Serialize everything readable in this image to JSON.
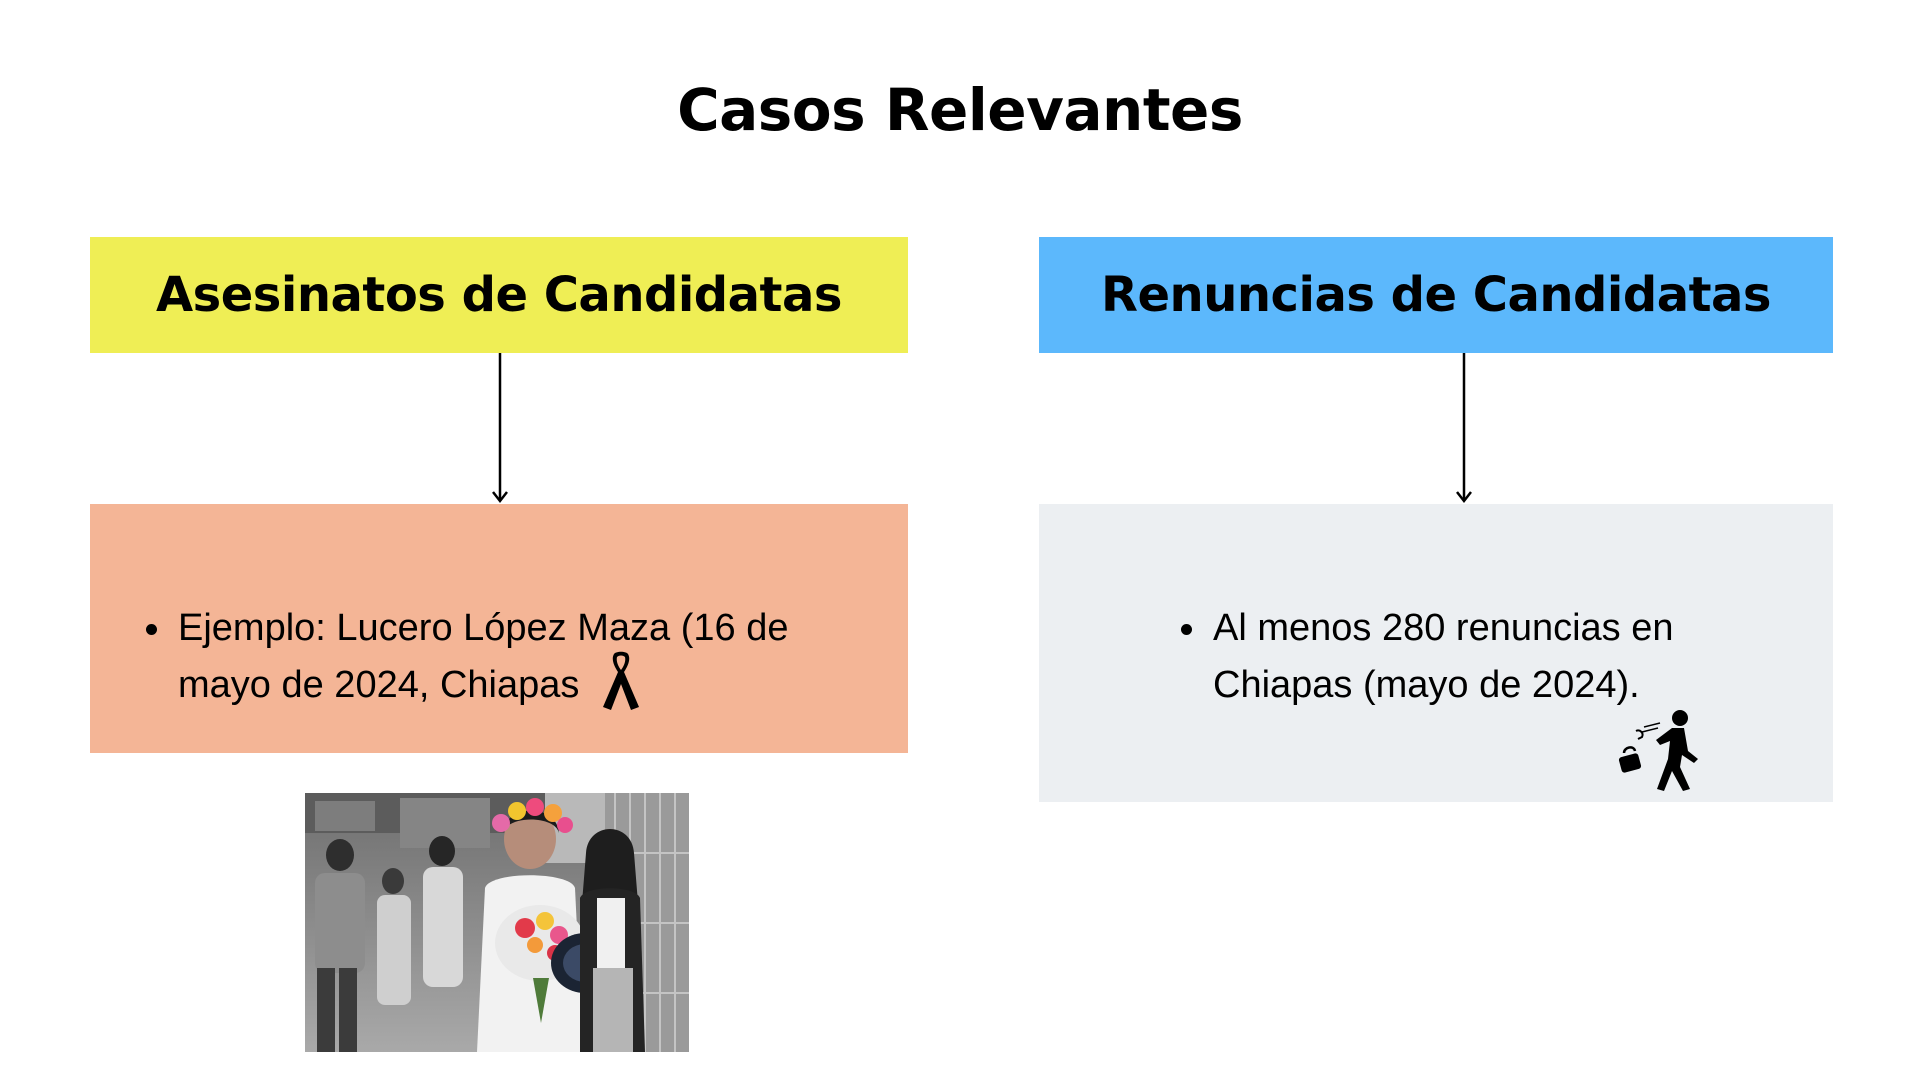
{
  "title": "Casos Relevantes",
  "colors": {
    "left_header": "#EFEE55",
    "right_header": "#5CB8FC",
    "left_content": "#F4B596",
    "right_content": "#ECEFF2",
    "arrow": "#000000"
  },
  "left": {
    "header": "Asesinatos de Candidatas",
    "bullets": [
      "Ejemplo: Lucero López Maza (16 de mayo de 2024, Chiapas"
    ],
    "icon": "black-ribbon-icon",
    "photo": "candidate-photo-with-flowers"
  },
  "right": {
    "header": "Renuncias de Candidatas",
    "bullets": [
      "Al menos 280 renuncias en Chiapas (mayo de 2024)."
    ],
    "icon": "person-walking-away-icon"
  }
}
